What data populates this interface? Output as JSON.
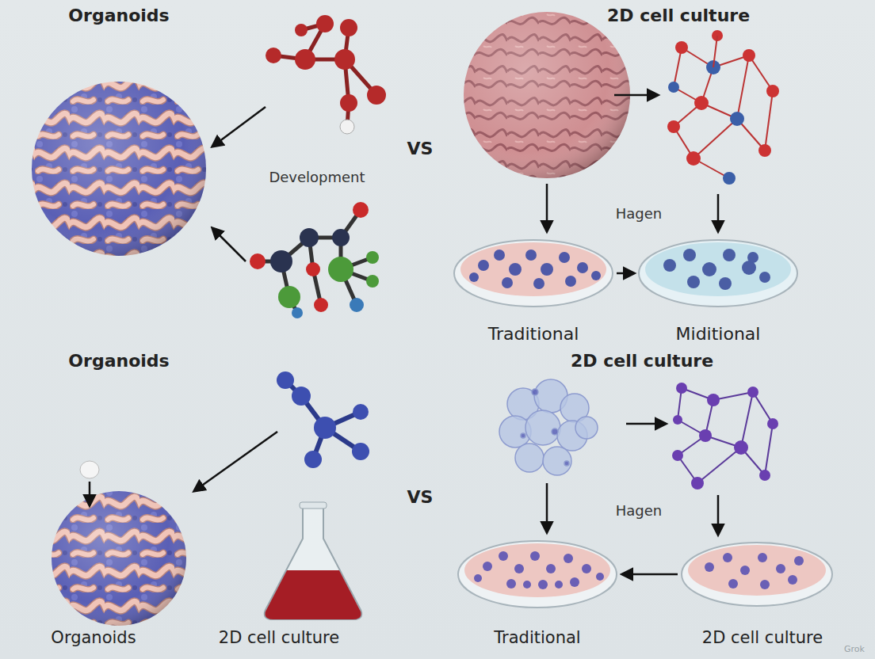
{
  "diagram": {
    "labels": [
      "Organoids",
      "2D cell culture",
      "Development",
      "VS",
      "Hagen",
      "Traditional",
      "Miditional",
      "Organoids",
      "2D cell culture",
      "VS",
      "Hagen",
      "Organoids",
      "2D cell culture",
      "Traditional",
      "2D cell culture",
      "Grok"
    ]
  }
}
